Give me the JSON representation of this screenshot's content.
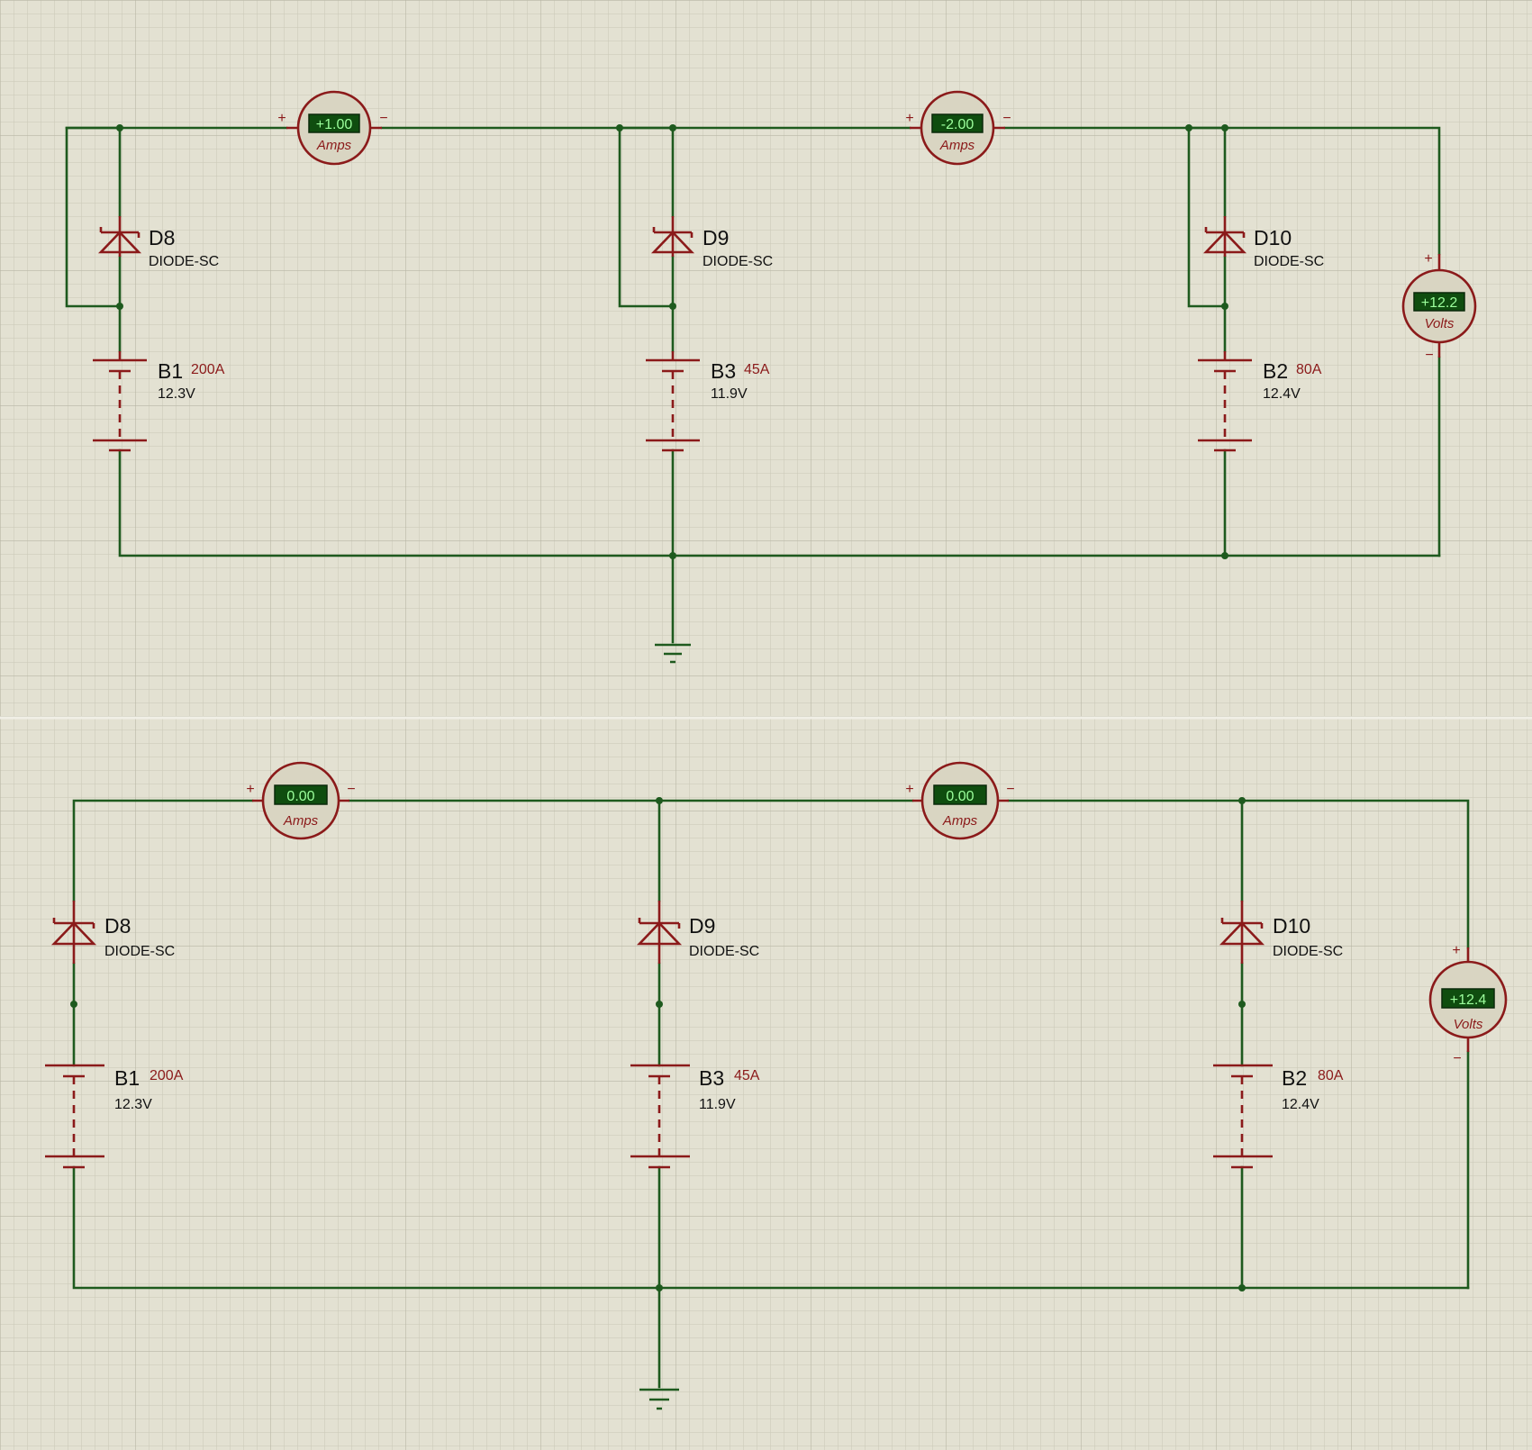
{
  "circuits": [
    {
      "diodes": [
        {
          "ref": "D8",
          "model": "DIODE-SC"
        },
        {
          "ref": "D9",
          "model": "DIODE-SC"
        },
        {
          "ref": "D10",
          "model": "DIODE-SC"
        }
      ],
      "batteries": [
        {
          "ref": "B1",
          "rating": "200A",
          "voltage": "12.3V"
        },
        {
          "ref": "B3",
          "rating": "45A",
          "voltage": "11.9V"
        },
        {
          "ref": "B2",
          "rating": "80A",
          "voltage": "12.4V"
        }
      ],
      "ammeters": [
        {
          "reading": "+1.00",
          "unit": "Amps"
        },
        {
          "reading": "-2.00",
          "unit": "Amps"
        }
      ],
      "voltmeter": {
        "reading": "+12.2",
        "unit": "Volts"
      }
    },
    {
      "diodes": [
        {
          "ref": "D8",
          "model": "DIODE-SC"
        },
        {
          "ref": "D9",
          "model": "DIODE-SC"
        },
        {
          "ref": "D10",
          "model": "DIODE-SC"
        }
      ],
      "batteries": [
        {
          "ref": "B1",
          "rating": "200A",
          "voltage": "12.3V"
        },
        {
          "ref": "B3",
          "rating": "45A",
          "voltage": "11.9V"
        },
        {
          "ref": "B2",
          "rating": "80A",
          "voltage": "12.4V"
        }
      ],
      "ammeters": [
        {
          "reading": "0.00",
          "unit": "Amps"
        },
        {
          "reading": "0.00",
          "unit": "Amps"
        }
      ],
      "voltmeter": {
        "reading": "+12.4",
        "unit": "Volts"
      }
    }
  ],
  "polarity": {
    "plus": "+",
    "minus": "−"
  },
  "colors": {
    "background": "#e3e1d2",
    "wire": "#1e5a1e",
    "component": "#8b1a1a",
    "lcd": "#0f4d0f",
    "lcd_text": "#9cff9c"
  }
}
